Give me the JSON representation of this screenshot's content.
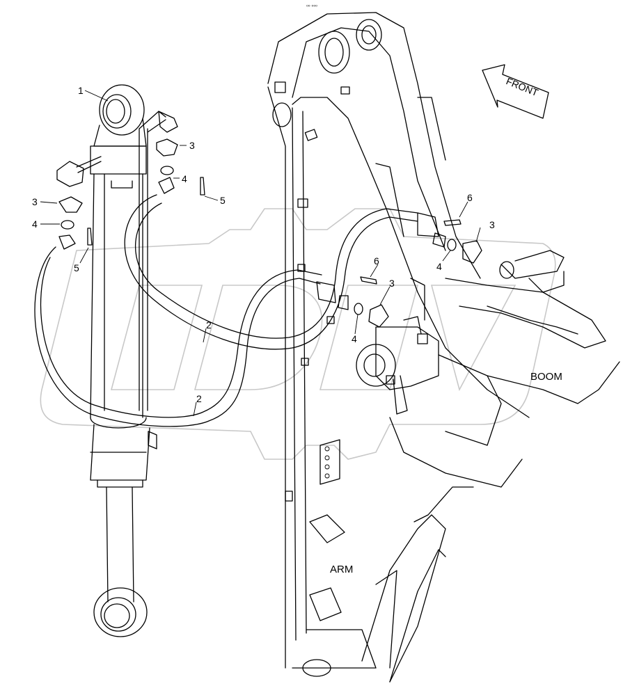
{
  "header": {
    "code": "⁰⁰ ⁰⁰⁰"
  },
  "direction": {
    "front_label": "FRONT"
  },
  "zones": {
    "boom": "BOOM",
    "arm": "ARM"
  },
  "callouts": {
    "c1": "1",
    "c2a": "2",
    "c2b": "2",
    "c3a": "3",
    "c3b": "3",
    "c3c": "3",
    "c3d": "3",
    "c4a": "4",
    "c4b": "4",
    "c4c": "4",
    "c4d": "4",
    "c5a": "5",
    "c5b": "5",
    "c6a": "6",
    "c6b": "6"
  },
  "watermark": {
    "kind": "gear-logo",
    "color": "#c8c8c8"
  },
  "colors": {
    "line": "#000000",
    "background": "#ffffff"
  }
}
